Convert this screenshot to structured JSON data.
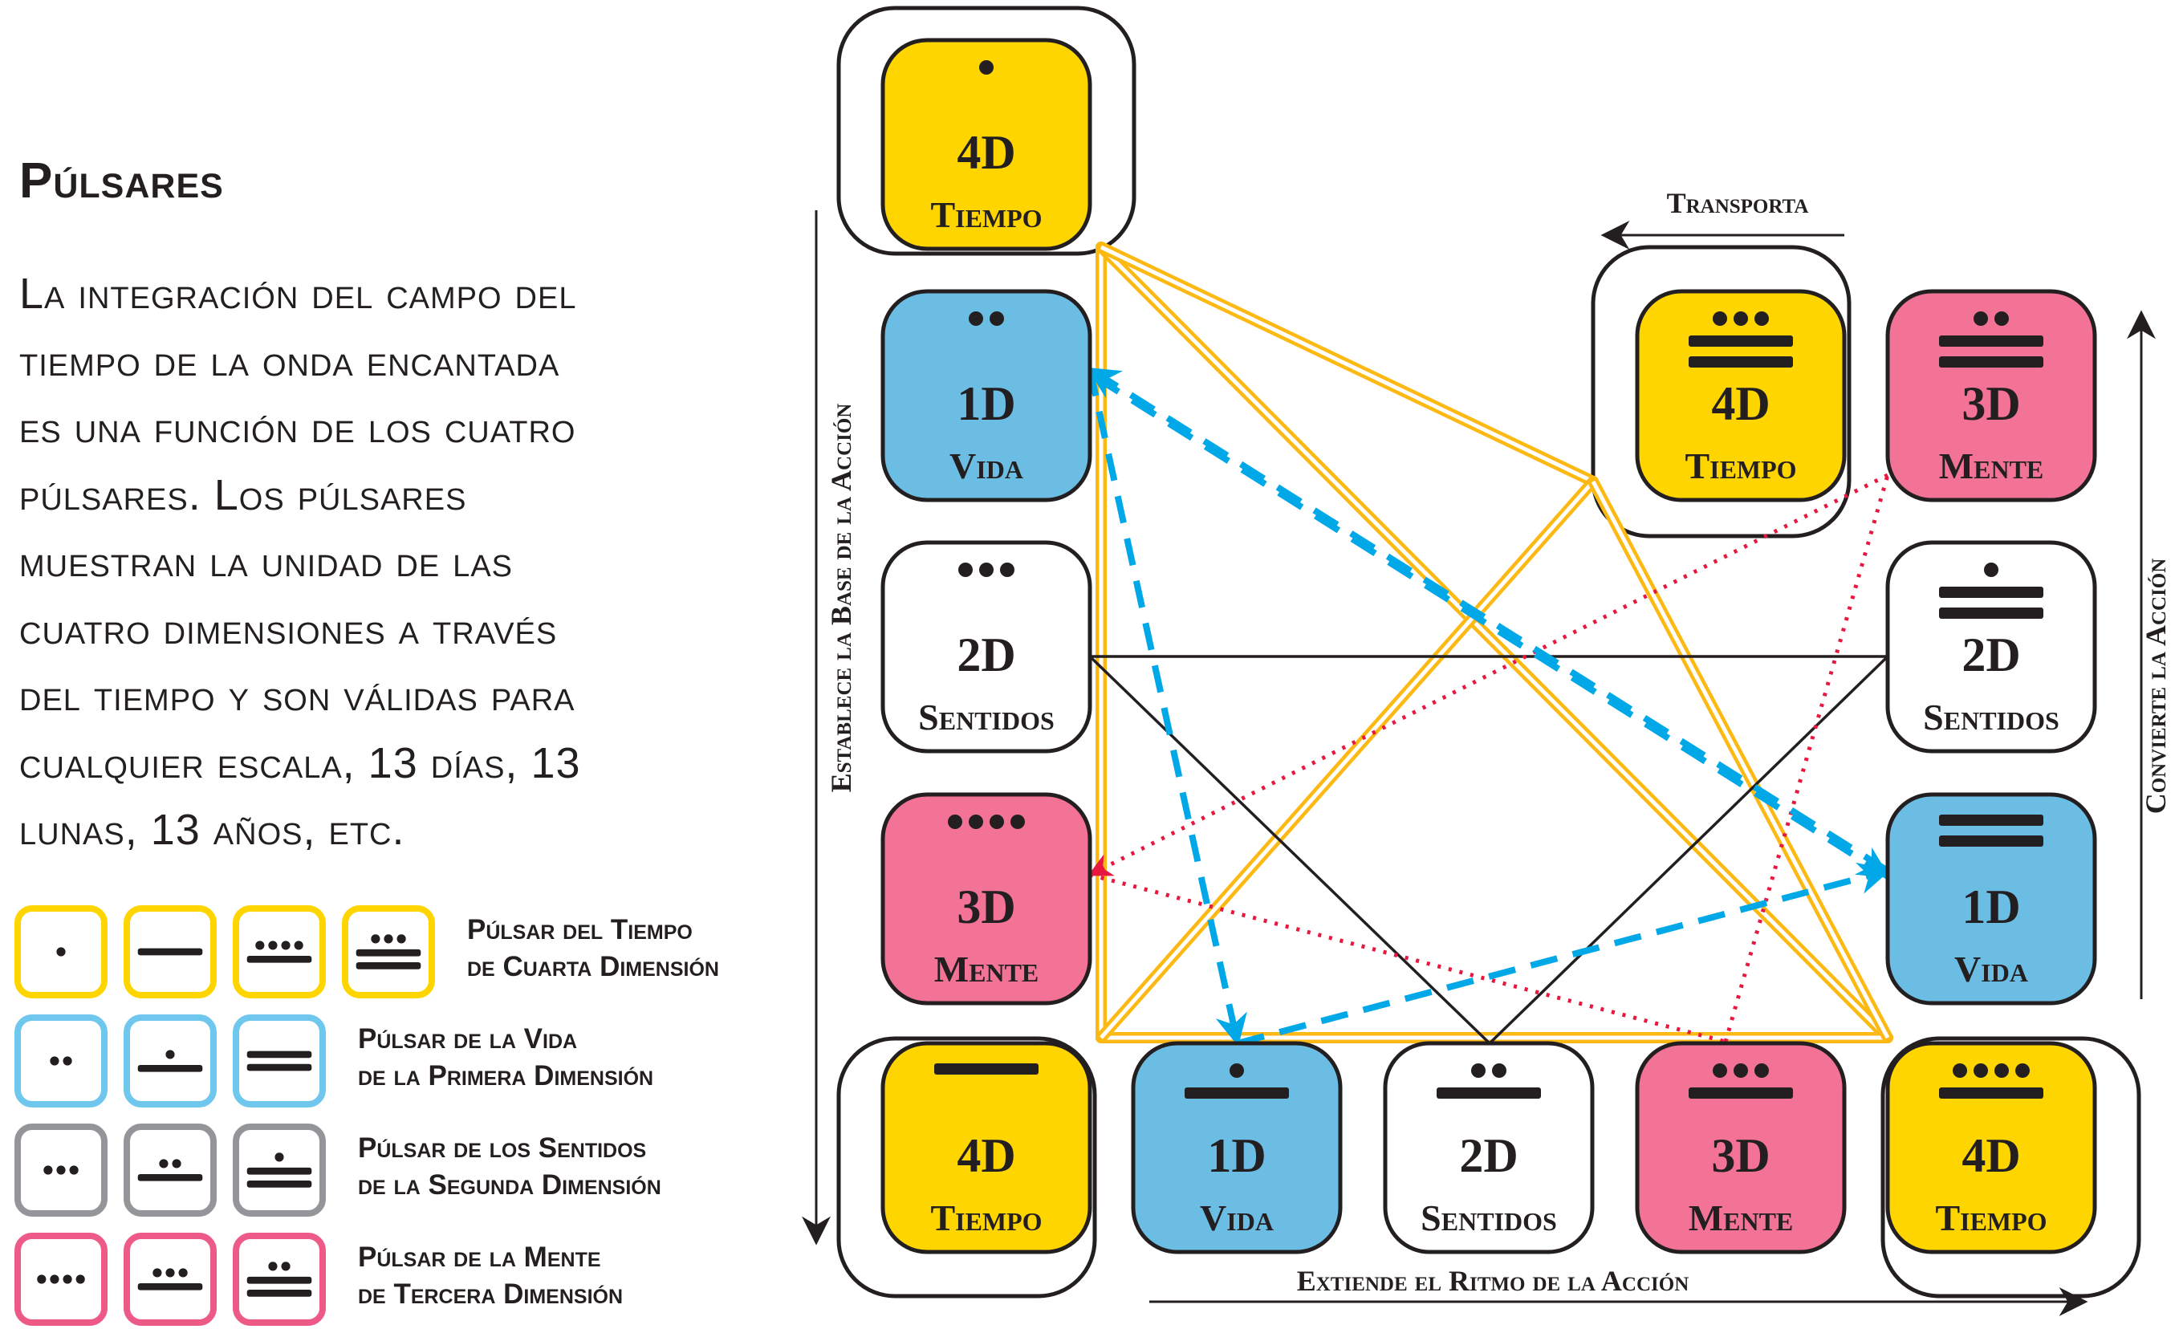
{
  "title": "Púlsares",
  "body_lines": [
    "La integración del campo del",
    "tiempo de la onda encantada",
    "es una función de los cuatro",
    "púlsares. Los púlsares",
    "muestran la unidad de las",
    "cuatro dimensiones a través",
    "del tiempo y son válidas para",
    "cualquier escala, 13 días, 13",
    "lunas, 13 años, etc."
  ],
  "colors": {
    "tiempo": "#FFD500",
    "vida": "#6CBDE4",
    "sentidos": "#FFFFFF",
    "mente": "#F37397",
    "legend_tiempo": "#FFD500",
    "legend_vida": "#6FC7EE",
    "legend_sentidos": "#939598",
    "legend_mente": "#EE5A88",
    "gold_line": "#FDB913",
    "blue_dash": "#00A8E8",
    "red_dot": "#E8173F",
    "ink": "#231F20"
  },
  "legend": [
    {
      "label_1": "Púlsar del Tiempo",
      "label_2": "de Cuarta Dimensión",
      "color_key": "legend_tiempo",
      "glyphs": [
        1,
        5,
        9,
        13
      ]
    },
    {
      "label_1": "Púlsar de la Vida",
      "label_2": "de la Primera Dimensión",
      "color_key": "legend_vida",
      "glyphs": [
        2,
        6,
        10
      ]
    },
    {
      "label_1": "Púlsar de los Sentidos",
      "label_2": "de la Segunda Dimensión",
      "color_key": "legend_sentidos",
      "glyphs": [
        3,
        7,
        11
      ]
    },
    {
      "label_1": "Púlsar de la Mente",
      "label_2": "de Tercera Dimensión",
      "color_key": "legend_mente",
      "glyphs": [
        4,
        8,
        12
      ]
    }
  ],
  "tones": [
    {
      "tone": 1,
      "dim": "4D",
      "name": "Tiempo",
      "color_key": "tiempo",
      "framed": true
    },
    {
      "tone": 2,
      "dim": "1D",
      "name": "Vida",
      "color_key": "vida",
      "framed": false
    },
    {
      "tone": 3,
      "dim": "2D",
      "name": "Sentidos",
      "color_key": "sentidos",
      "framed": false
    },
    {
      "tone": 4,
      "dim": "3D",
      "name": "Mente",
      "color_key": "mente",
      "framed": false
    },
    {
      "tone": 5,
      "dim": "4D",
      "name": "Tiempo",
      "color_key": "tiempo",
      "framed": true
    },
    {
      "tone": 6,
      "dim": "1D",
      "name": "Vida",
      "color_key": "vida",
      "framed": false
    },
    {
      "tone": 7,
      "dim": "2D",
      "name": "Sentidos",
      "color_key": "sentidos",
      "framed": false
    },
    {
      "tone": 8,
      "dim": "3D",
      "name": "Mente",
      "color_key": "mente",
      "framed": false
    },
    {
      "tone": 9,
      "dim": "4D",
      "name": "Tiempo",
      "color_key": "tiempo",
      "framed": true
    },
    {
      "tone": 10,
      "dim": "1D",
      "name": "Vida",
      "color_key": "vida",
      "framed": false
    },
    {
      "tone": 11,
      "dim": "2D",
      "name": "Sentidos",
      "color_key": "sentidos",
      "framed": false
    },
    {
      "tone": 12,
      "dim": "3D",
      "name": "Mente",
      "color_key": "mente",
      "framed": false
    },
    {
      "tone": 13,
      "dim": "4D",
      "name": "Tiempo",
      "color_key": "tiempo",
      "framed": true
    }
  ],
  "axis_labels": {
    "left": "Establece la Base de la Acción",
    "bottom": "Extiende el Ritmo de la Acción",
    "right": "Convierte la Acción",
    "top": "Transporta"
  },
  "connections": {
    "tiempo_gold": [
      [
        1,
        5
      ],
      [
        1,
        9
      ],
      [
        1,
        13
      ],
      [
        5,
        9
      ],
      [
        5,
        13
      ],
      [
        9,
        13
      ]
    ],
    "vida_blue": [
      [
        2,
        6
      ],
      [
        6,
        10
      ],
      [
        10,
        2
      ]
    ],
    "sentidos_black": [
      [
        3,
        7
      ],
      [
        7,
        11
      ],
      [
        11,
        3
      ]
    ],
    "mente_red": [
      [
        4,
        8
      ],
      [
        8,
        12
      ],
      [
        12,
        4
      ]
    ]
  }
}
